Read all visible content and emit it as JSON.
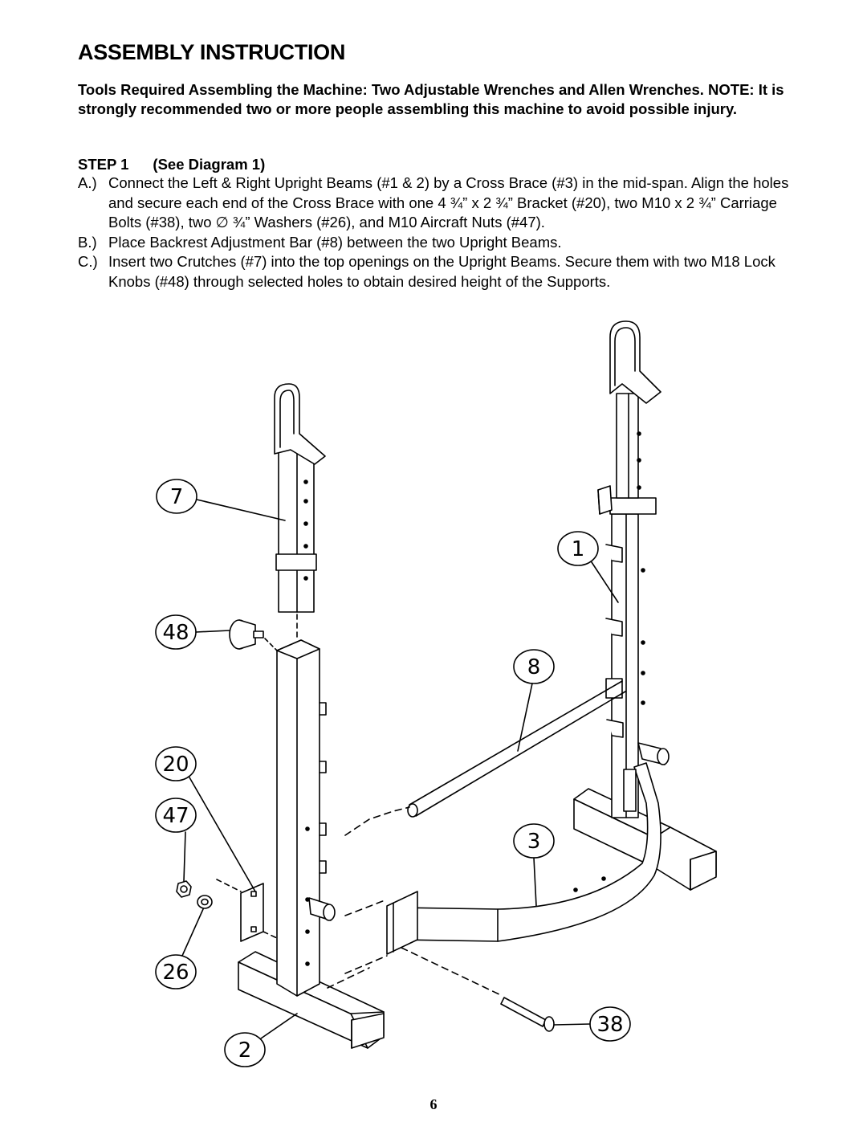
{
  "document": {
    "title": "ASSEMBLY INSTRUCTION",
    "intro": "Tools Required Assembling the Machine:  Two Adjustable Wrenches and Allen Wrenches.  NOTE:  It is strongly recommended two or more people assembling this machine to avoid possible injury.",
    "step_heading": {
      "step": "STEP 1",
      "ref": "(See Diagram 1)"
    },
    "items": [
      {
        "label": "A.)",
        "text": "Connect the Left & Right Upright Beams (#1 & 2) by a Cross Brace (#3) in the mid-span. Align the holes and secure each end of the Cross Brace with one 4 ¾” x 2 ¾” Bracket (#20), two M10 x 2 ¾” Carriage Bolts (#38), two ∅ ¾” Washers (#26), and M10 Aircraft Nuts (#47)."
      },
      {
        "label": "B.)",
        "text": "Place Backrest Adjustment Bar (#8) between the two Upright Beams."
      },
      {
        "label": "C.)",
        "text": "Insert two Crutches (#7) into the top openings on the Upright Beams. Secure them with two M18 Lock Knobs (#48) through selected holes to obtain desired height of the Supports."
      }
    ],
    "page_number": "6"
  },
  "diagram": {
    "callouts": [
      "7",
      "1",
      "48",
      "8",
      "20",
      "47",
      "3",
      "26",
      "38",
      "2"
    ]
  }
}
